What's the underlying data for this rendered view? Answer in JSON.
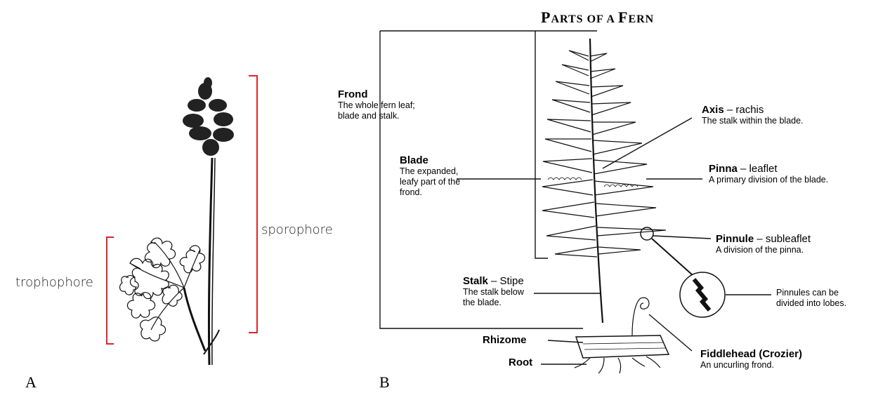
{
  "panel_a": {
    "letter": "A",
    "labels": {
      "sporophore": "sporophore",
      "trophophore": "trophophore"
    }
  },
  "panel_b": {
    "letter": "B",
    "title_first": "P",
    "title_rest1": "ARTS OF A ",
    "title_f": "F",
    "title_rest2": "ERN",
    "frond": {
      "term": "Frond",
      "desc": "The whole fern leaf;\nblade and stalk."
    },
    "blade": {
      "term": "Blade",
      "desc": "The expanded,\nleafy part of the\nfrond."
    },
    "axis": {
      "term": "Axis",
      "alt": " – rachis",
      "desc": "The stalk within the blade."
    },
    "pinna": {
      "term": "Pinna",
      "alt": " – leaflet",
      "desc": "A primary division of the blade."
    },
    "pinnule": {
      "term": "Pinnule",
      "alt": " – subleaflet",
      "desc": "A division of the pinna."
    },
    "lobes": {
      "desc": "Pinnules can be\ndivided into lobes."
    },
    "stalk": {
      "term": "Stalk",
      "alt": " – Stipe",
      "desc": "The stalk below\nthe blade."
    },
    "rhizome": {
      "term": "Rhizome"
    },
    "root": {
      "term": "Root"
    },
    "fiddlehead": {
      "term": "Fiddlehead (Crozier)",
      "desc": "An uncurling frond."
    }
  },
  "colors": {
    "bracket": "#d9262c",
    "ink": "#000000"
  }
}
